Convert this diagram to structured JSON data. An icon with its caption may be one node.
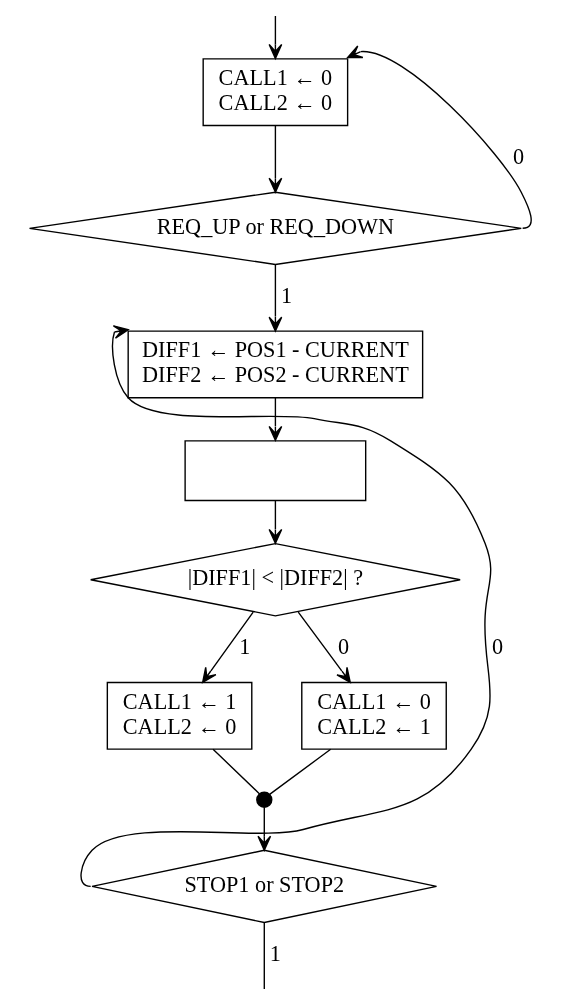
{
  "diagram": {
    "nodes": [
      {
        "text": [
          "CALL1 ← 0",
          "CALL2 ← 0"
        ]
      },
      {
        "text": [
          "REQ_UP or REQ_DOWN"
        ]
      },
      {
        "text": [
          "DIFF1 ← POS1 - CURRENT",
          "DIFF2 ← POS2 - CURRENT"
        ]
      },
      {
        "text": [],
        "shape": "box"
      },
      {
        "text": [
          "|DIFF1| < |DIFF2| ?"
        ]
      },
      {
        "text": [
          "CALL1 ← 1",
          "CALL2 ← 0"
        ]
      },
      {
        "text": [
          "CALL1 ← 0",
          "CALL2 ← 1"
        ]
      },
      {
        "text": [],
        "shape": "dot"
      },
      {
        "text": [
          "STOP1 or STOP2"
        ]
      }
    ],
    "edges": [
      {
        "from": null,
        "to": 0,
        "arrow": "to"
      },
      {
        "from": 1,
        "to": 0,
        "label": "0",
        "arrow": "to"
      },
      {
        "from": 0,
        "to": 1,
        "arrow": "to"
      },
      {
        "from": 1,
        "to": 2,
        "label": "1",
        "arrow": "to"
      },
      {
        "from": 8,
        "to": 2,
        "label": "0",
        "arrow": "to"
      },
      {
        "from": 2,
        "to": 3,
        "arrow": "to"
      },
      {
        "from": 3,
        "to": 4,
        "arrow": "to"
      },
      {
        "from": 4,
        "to": 5,
        "label": "1",
        "arrow": "to"
      },
      {
        "from": 4,
        "to": 6,
        "label": "0",
        "arrow": "to"
      },
      {
        "from": 5,
        "to": 7,
        "arrow": "none"
      },
      {
        "from": 6,
        "to": 7,
        "arrow": "none"
      },
      {
        "from": 7,
        "to": 8,
        "arrow": "to"
      },
      {
        "from": 8,
        "to": null,
        "label": "1",
        "arrow": "none"
      }
    ]
  }
}
